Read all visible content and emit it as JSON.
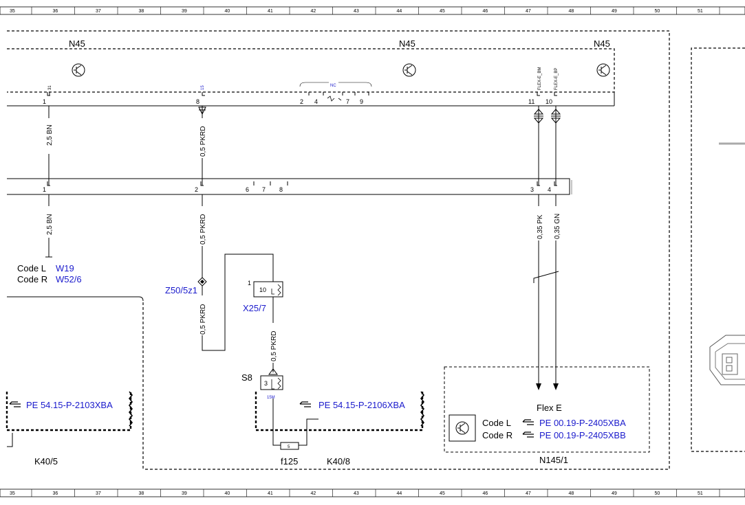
{
  "ruler": [
    "35",
    "36",
    "37",
    "38",
    "39",
    "40",
    "41",
    "42",
    "43",
    "44",
    "45",
    "46",
    "47",
    "48",
    "49",
    "50",
    "51"
  ],
  "module_top": {
    "name_left": "N45",
    "name_mid": "N45",
    "name_right": "N45",
    "pin_labels": {
      "p31": "31",
      "p15": "15",
      "nc": "NC",
      "flex_bm": "FLEX-E_BM",
      "flex_bp": "FLEX-E_BP"
    },
    "pins": {
      "p1": "1",
      "p8": "8",
      "p2": "2",
      "p4": "4",
      "p7": "7",
      "p9": "9",
      "p11": "11",
      "p10": "10"
    }
  },
  "wires": {
    "w1": "2,5 BN",
    "w2": "0,5 PKRD",
    "w3": "2,5 BN",
    "w4": "0,5 PKRD",
    "w5": "0,35 PK",
    "w6": "0,35 GN",
    "w7": "0,5 PKRD",
    "w8": "0,5 PKRD"
  },
  "connector_mid": {
    "pins": {
      "p1": "1",
      "p2": "2",
      "p6": "6",
      "p7": "7",
      "p8": "8",
      "p3": "3",
      "p4": "4"
    }
  },
  "ground_ref": {
    "code_l": "Code L",
    "code_l_ref": "W19",
    "code_r": "Code R",
    "code_r_ref": "W52/6"
  },
  "z50": "Z50/5z1",
  "x25": {
    "name": "X25/7",
    "pin_a": "1",
    "pin_b": "10"
  },
  "s8": {
    "name": "S8",
    "pin": "3",
    "terminal": "15M"
  },
  "fuse": {
    "name": "f125",
    "value": "5"
  },
  "k40_5": {
    "ref": "PE 54.15-P-2103XBA",
    "name": "K40/5"
  },
  "k40_8": {
    "ref": "PE 54.15-P-2106XBA",
    "name": "K40/8"
  },
  "n145": {
    "title": "Flex E",
    "code_l": "Code L",
    "code_l_ref": "PE 00.19-P-2405XBA",
    "code_r": "Code R",
    "code_r_ref": "PE 00.19-P-2405XBB",
    "name": "N145/1"
  },
  "colors": {
    "link": "#1a1acc",
    "line": "#000000"
  }
}
